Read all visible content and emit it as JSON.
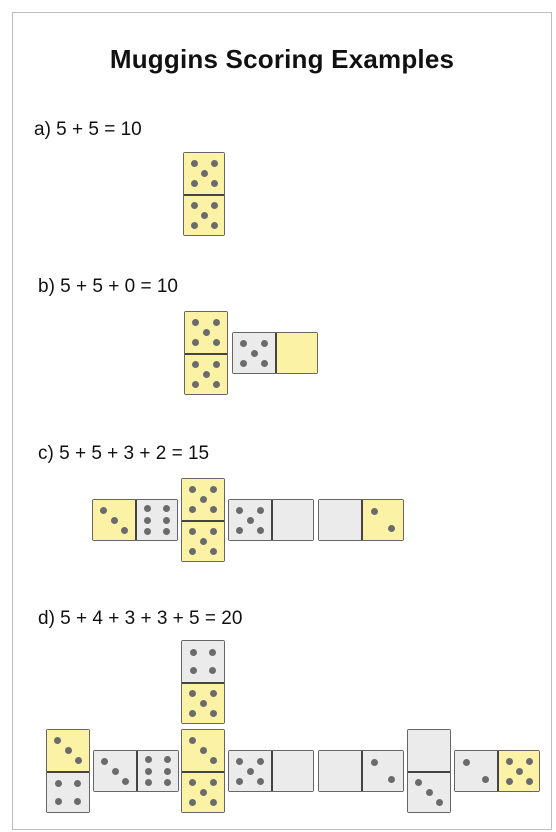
{
  "title": "Muggins Scoring Examples",
  "colors": {
    "scoring_half": "#fbf2a6",
    "plain_half": "#ebebeb",
    "pip": "#6b6b6b",
    "border": "#666666"
  },
  "examples": [
    {
      "label": "a) 5 + 5 = 10",
      "dominoes": [
        {
          "orientation": "vertical",
          "ends": [
            5,
            5
          ],
          "highlight": [
            true,
            true
          ]
        }
      ]
    },
    {
      "label": "b) 5 + 5 + 0 = 10",
      "dominoes": [
        {
          "orientation": "vertical",
          "ends": [
            5,
            5
          ],
          "highlight": [
            true,
            true
          ]
        },
        {
          "orientation": "horizontal",
          "ends": [
            5,
            0
          ],
          "highlight": [
            false,
            true
          ]
        }
      ]
    },
    {
      "label": "c) 5 + 5 + 3 + 2 = 15",
      "dominoes": [
        {
          "orientation": "horizontal",
          "ends": [
            3,
            6
          ],
          "highlight": [
            true,
            false
          ]
        },
        {
          "orientation": "vertical",
          "ends": [
            5,
            5
          ],
          "highlight": [
            true,
            true
          ]
        },
        {
          "orientation": "horizontal",
          "ends": [
            5,
            0
          ],
          "highlight": [
            false,
            false
          ]
        },
        {
          "orientation": "horizontal",
          "ends": [
            0,
            2
          ],
          "highlight": [
            false,
            true
          ]
        }
      ]
    },
    {
      "label": "d) 5 + 4 + 3 + 3 + 5 = 20",
      "dominoes": [
        {
          "orientation": "vertical",
          "ends": [
            3,
            4
          ],
          "highlight": [
            true,
            false
          ]
        },
        {
          "orientation": "vertical",
          "ends": [
            4,
            5
          ],
          "highlight": [
            false,
            true
          ]
        },
        {
          "orientation": "vertical",
          "ends": [
            3,
            5
          ],
          "highlight": [
            true,
            true
          ]
        },
        {
          "orientation": "horizontal",
          "ends": [
            3,
            6
          ],
          "highlight": [
            false,
            false
          ]
        },
        {
          "orientation": "horizontal",
          "ends": [
            5,
            0
          ],
          "highlight": [
            false,
            false
          ]
        },
        {
          "orientation": "horizontal",
          "ends": [
            0,
            2
          ],
          "highlight": [
            false,
            false
          ]
        },
        {
          "orientation": "vertical",
          "ends": [
            0,
            3
          ],
          "highlight": [
            false,
            false
          ]
        },
        {
          "orientation": "horizontal",
          "ends": [
            2,
            5
          ],
          "highlight": [
            false,
            true
          ]
        }
      ]
    }
  ]
}
